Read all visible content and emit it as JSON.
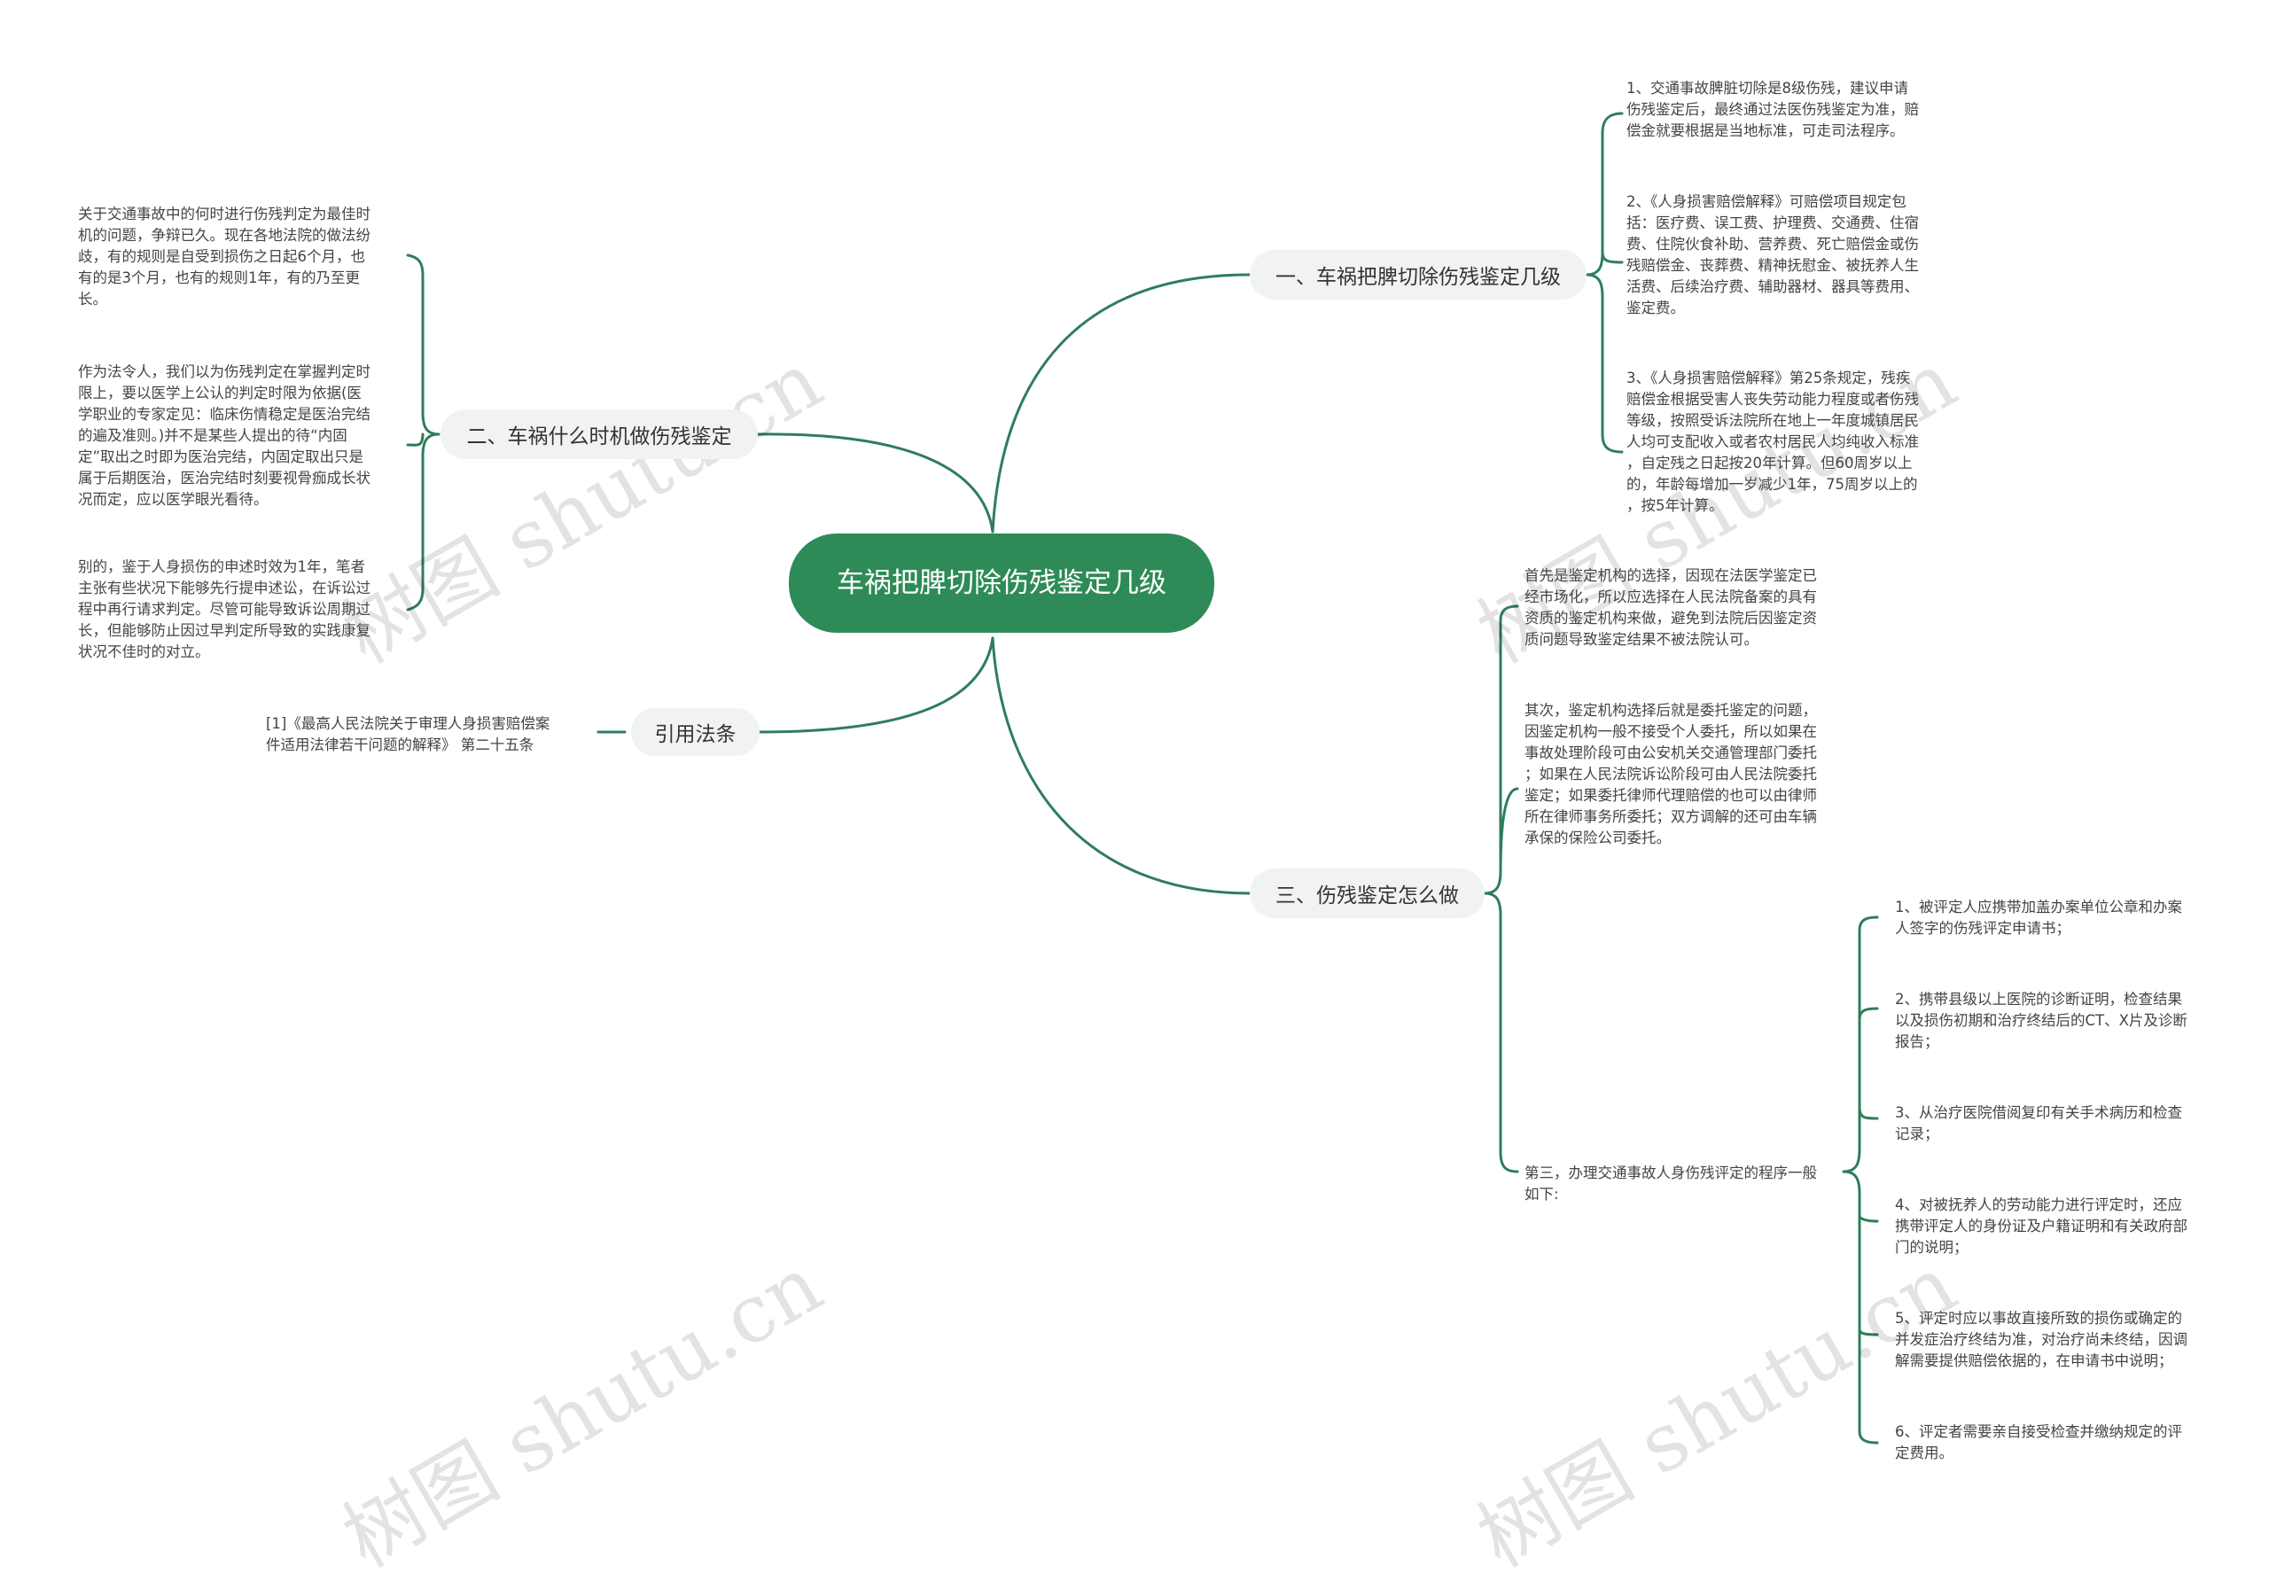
{
  "colors": {
    "accent": "#2e8b57",
    "line": "#2e7d5b",
    "node_bg": "#f1f2f4"
  },
  "watermark": "树图 shutu.cn",
  "root": {
    "label": "车祸把脾切除伤残鉴定几级"
  },
  "branches": {
    "b1": {
      "label": "一、车祸把脾切除伤残鉴定几级",
      "leaves": [
        "1、交通事故脾脏切除是8级伤残，建议申请\n伤残鉴定后，最终通过法医伤残鉴定为准，赔\n偿金就要根据是当地标准，可走司法程序。",
        "2、《人身损害赔偿解释》可赔偿项目规定包\n括：医疗费、误工费、护理费、交通费、住宿\n费、住院伙食补助、营养费、死亡赔偿金或伤\n残赔偿金、丧葬费、精神抚慰金、被抚养人生\n活费、后续治疗费、辅助器材、器具等费用、\n鉴定费。",
        "3、《人身损害赔偿解释》第25条规定，残疾\n赔偿金根据受害人丧失劳动能力程度或者伤残\n等级，按照受诉法院所在地上一年度城镇居民\n人均可支配收入或者农村居民人均纯收入标准\n，自定残之日起按20年计算。但60周岁以上\n的，年龄每增加一岁减少1年，75周岁以上的\n，按5年计算。"
      ]
    },
    "b2": {
      "label": "二、车祸什么时机做伤残鉴定",
      "leaves": [
        "关于交通事故中的何时进行伤残判定为最佳时\n机的问题，争辩已久。现在各地法院的做法纷\n歧，有的规则是自受到损伤之日起6个月，也\n有的是3个月，也有的规则1年，有的乃至更\n长。",
        "作为法令人，我们以为伤残判定在掌握判定时\n限上，要以医学上公认的判定时限为依据(医\n学职业的专家定见：临床伤情稳定是医治完结\n的遍及准则。)并不是某些人提出的待“内固\n定”取出之时即为医治完结，内固定取出只是\n属于后期医治，医治完结时刻要视骨痂成长状\n况而定，应以医学眼光看待。",
        "别的，鉴于人身损伤的申述时效为1年，笔者\n主张有些状况下能够先行提申述讼，在诉讼过\n程中再行请求判定。尽管可能导致诉讼周期过\n长，但能够防止因过早判定所导致的实践康复\n状况不佳时的对立。"
      ]
    },
    "b3": {
      "label": "三、伤残鉴定怎么做",
      "leaves": [
        "首先是鉴定机构的选择，因现在法医学鉴定已\n经市场化，所以应选择在人民法院备案的具有\n资质的鉴定机构来做，避免到法院后因鉴定资\n质问题导致鉴定结果不被法院认可。",
        "其次，鉴定机构选择后就是委托鉴定的问题，\n因鉴定机构一般不接受个人委托，所以如果在\n事故处理阶段可由公安机关交通管理部门委托\n；如果在人民法院诉讼阶段可由人民法院委托\n鉴定；如果委托律师代理赔偿的也可以由律师\n所在律师事务所委托；双方调解的还可由车辆\n承保的保险公司委托。",
        "第三，办理交通事故人身伤残评定的程序一般\n如下:"
      ],
      "sub_leaves": [
        "1、被评定人应携带加盖办案单位公章和办案\n人签字的伤残评定申请书；",
        "2、携带县级以上医院的诊断证明，检查结果\n以及损伤初期和治疗终结后的CT、X片及诊断\n报告；",
        "3、从治疗医院借阅复印有关手术病历和检查\n记录；",
        "4、对被抚养人的劳动能力进行评定时，还应\n携带评定人的身份证及户籍证明和有关政府部\n门的说明；",
        "5、评定时应以事故直接所致的损伤或确定的\n并发症治疗终结为准，对治疗尚未终结，因调\n解需要提供赔偿依据的，在申请书中说明；",
        "6、评定者需要亲自接受检查并缴纳规定的评\n定费用。"
      ]
    },
    "b4": {
      "label": "引用法条",
      "leaves": [
        "[1]《最高人民法院关于审理人身损害赔偿案\n件适用法律若干问题的解释》 第二十五条"
      ]
    }
  }
}
